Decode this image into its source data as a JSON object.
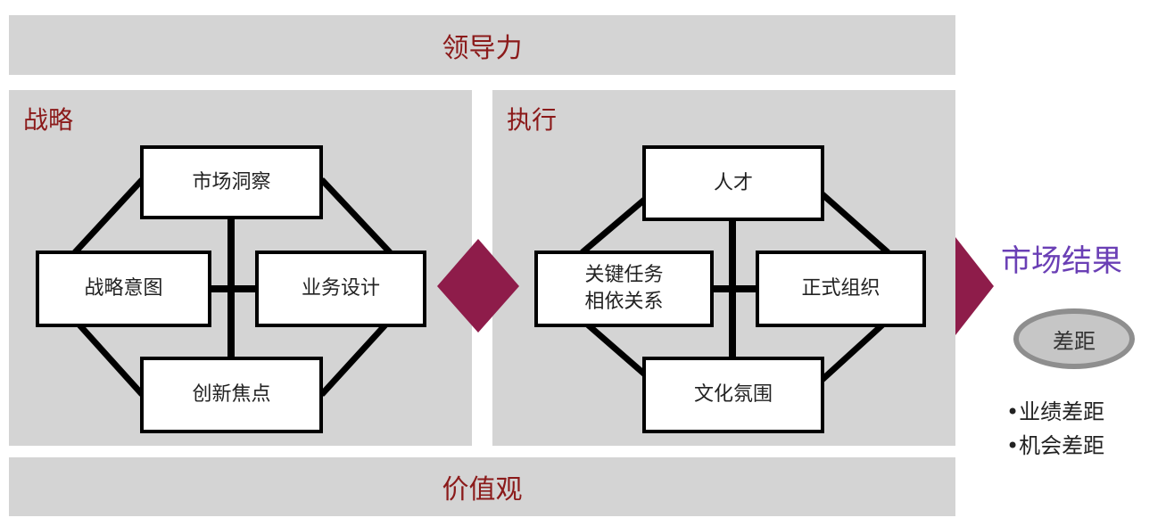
{
  "leadership": "领导力",
  "values": "价值观",
  "strategy": {
    "title": "战略",
    "top": "市场洞察",
    "left": "战略意图",
    "right": "业务设计",
    "bottom": "创新焦点"
  },
  "execution": {
    "title": "执行",
    "top": "人才",
    "left": "关键任务\n相依关系",
    "right": "正式组织",
    "bottom": "文化氛围"
  },
  "results": {
    "title": "市场结果",
    "gap": "差距",
    "gaps": [
      "•业绩差距",
      "•机会差距"
    ]
  },
  "colors": {
    "band": "#d4d4d4",
    "label_red": "#8b1a1a",
    "diamond": "#8e1c4a",
    "market_text": "#6a3fb5"
  }
}
